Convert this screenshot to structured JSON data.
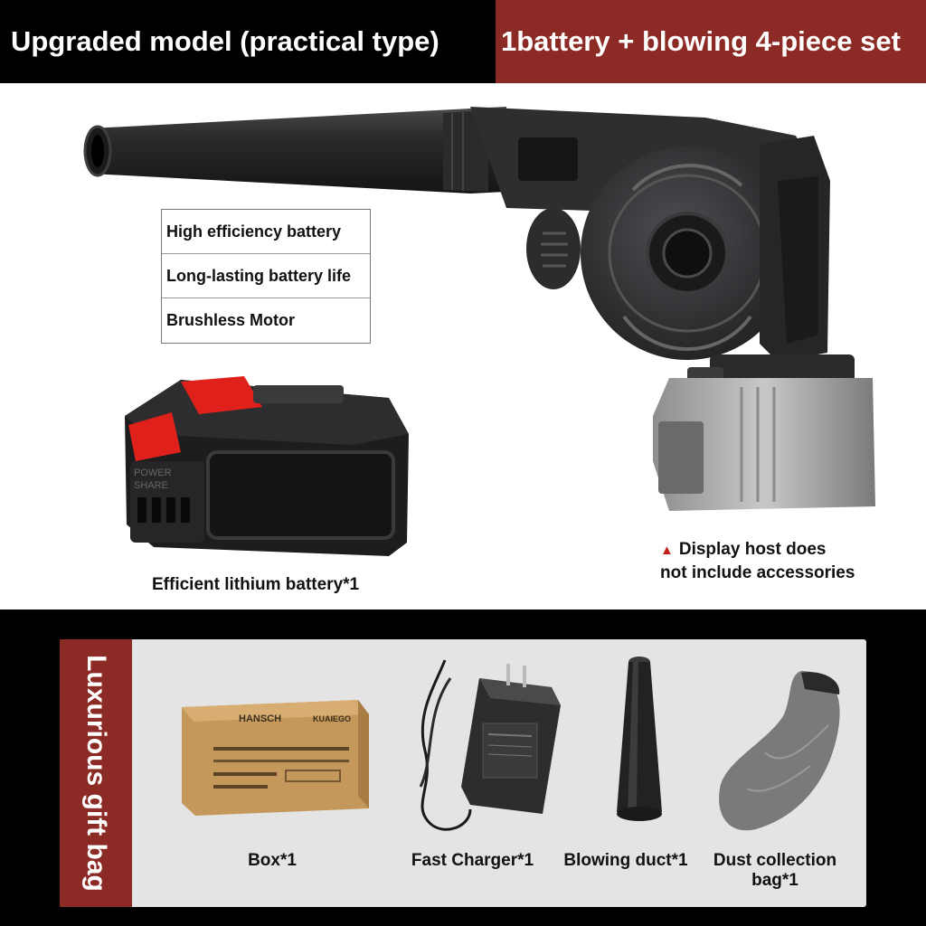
{
  "header": {
    "left_title": "Upgraded model (practical type)",
    "right_title": "1battery + blowing 4-piece set"
  },
  "features": [
    "High efficiency battery",
    "Long-lasting battery life",
    "Brushless Motor"
  ],
  "battery": {
    "caption": "Efficient lithium battery*1",
    "side_text_1": "POWER",
    "side_text_2": "SHARE"
  },
  "note": {
    "icon": "warning-triangle-icon",
    "line1": "Display host does",
    "line2": "not include accessories"
  },
  "gift": {
    "tab_label": "Luxurious gift bag",
    "items": [
      {
        "caption": "Box*1"
      },
      {
        "caption": "Fast Charger*1"
      },
      {
        "caption": "Blowing duct*1"
      },
      {
        "caption": "Dust collection bag*1"
      }
    ],
    "box_brand": "HANSCH",
    "box_brand2": "KUAIEGO"
  },
  "colors": {
    "accent": "#8c2a25",
    "header_bg": "#000000",
    "battery_red": "#e0201b"
  }
}
